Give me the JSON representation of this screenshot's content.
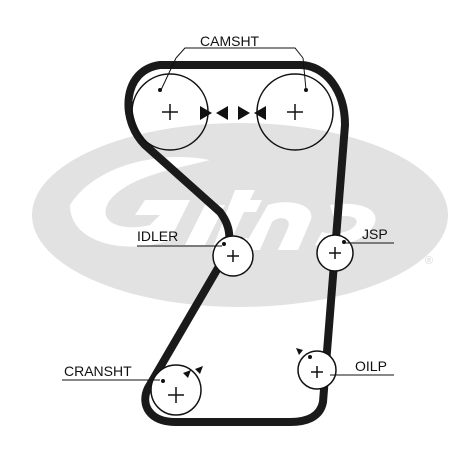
{
  "watermark": {
    "symbol": "®",
    "color": "#d4d4d4"
  },
  "labels": {
    "camshaft": "CAMSHT",
    "idler": "IDLER",
    "jsp": "JSP",
    "crankshaft": "CRANSHT",
    "oil_pump": "OILP"
  },
  "colors": {
    "belt": "#1a1a1a",
    "pulley": "#111111",
    "background": "#ffffff"
  },
  "icons": {
    "pulley_center": "plus-icon",
    "timing_mark": "triangle-marker-icon"
  }
}
